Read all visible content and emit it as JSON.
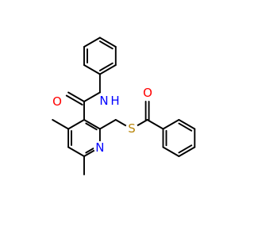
{
  "molecule": {
    "atoms": [
      {
        "label": "O",
        "color": "#ff0000"
      },
      {
        "label": "N",
        "color": "#0000ff"
      },
      {
        "label": "H",
        "color": "#0000ff"
      },
      {
        "label": "N",
        "color": "#0000ff"
      },
      {
        "label": "S",
        "color": "#b8860b"
      },
      {
        "label": "O",
        "color": "#ff0000"
      }
    ]
  }
}
